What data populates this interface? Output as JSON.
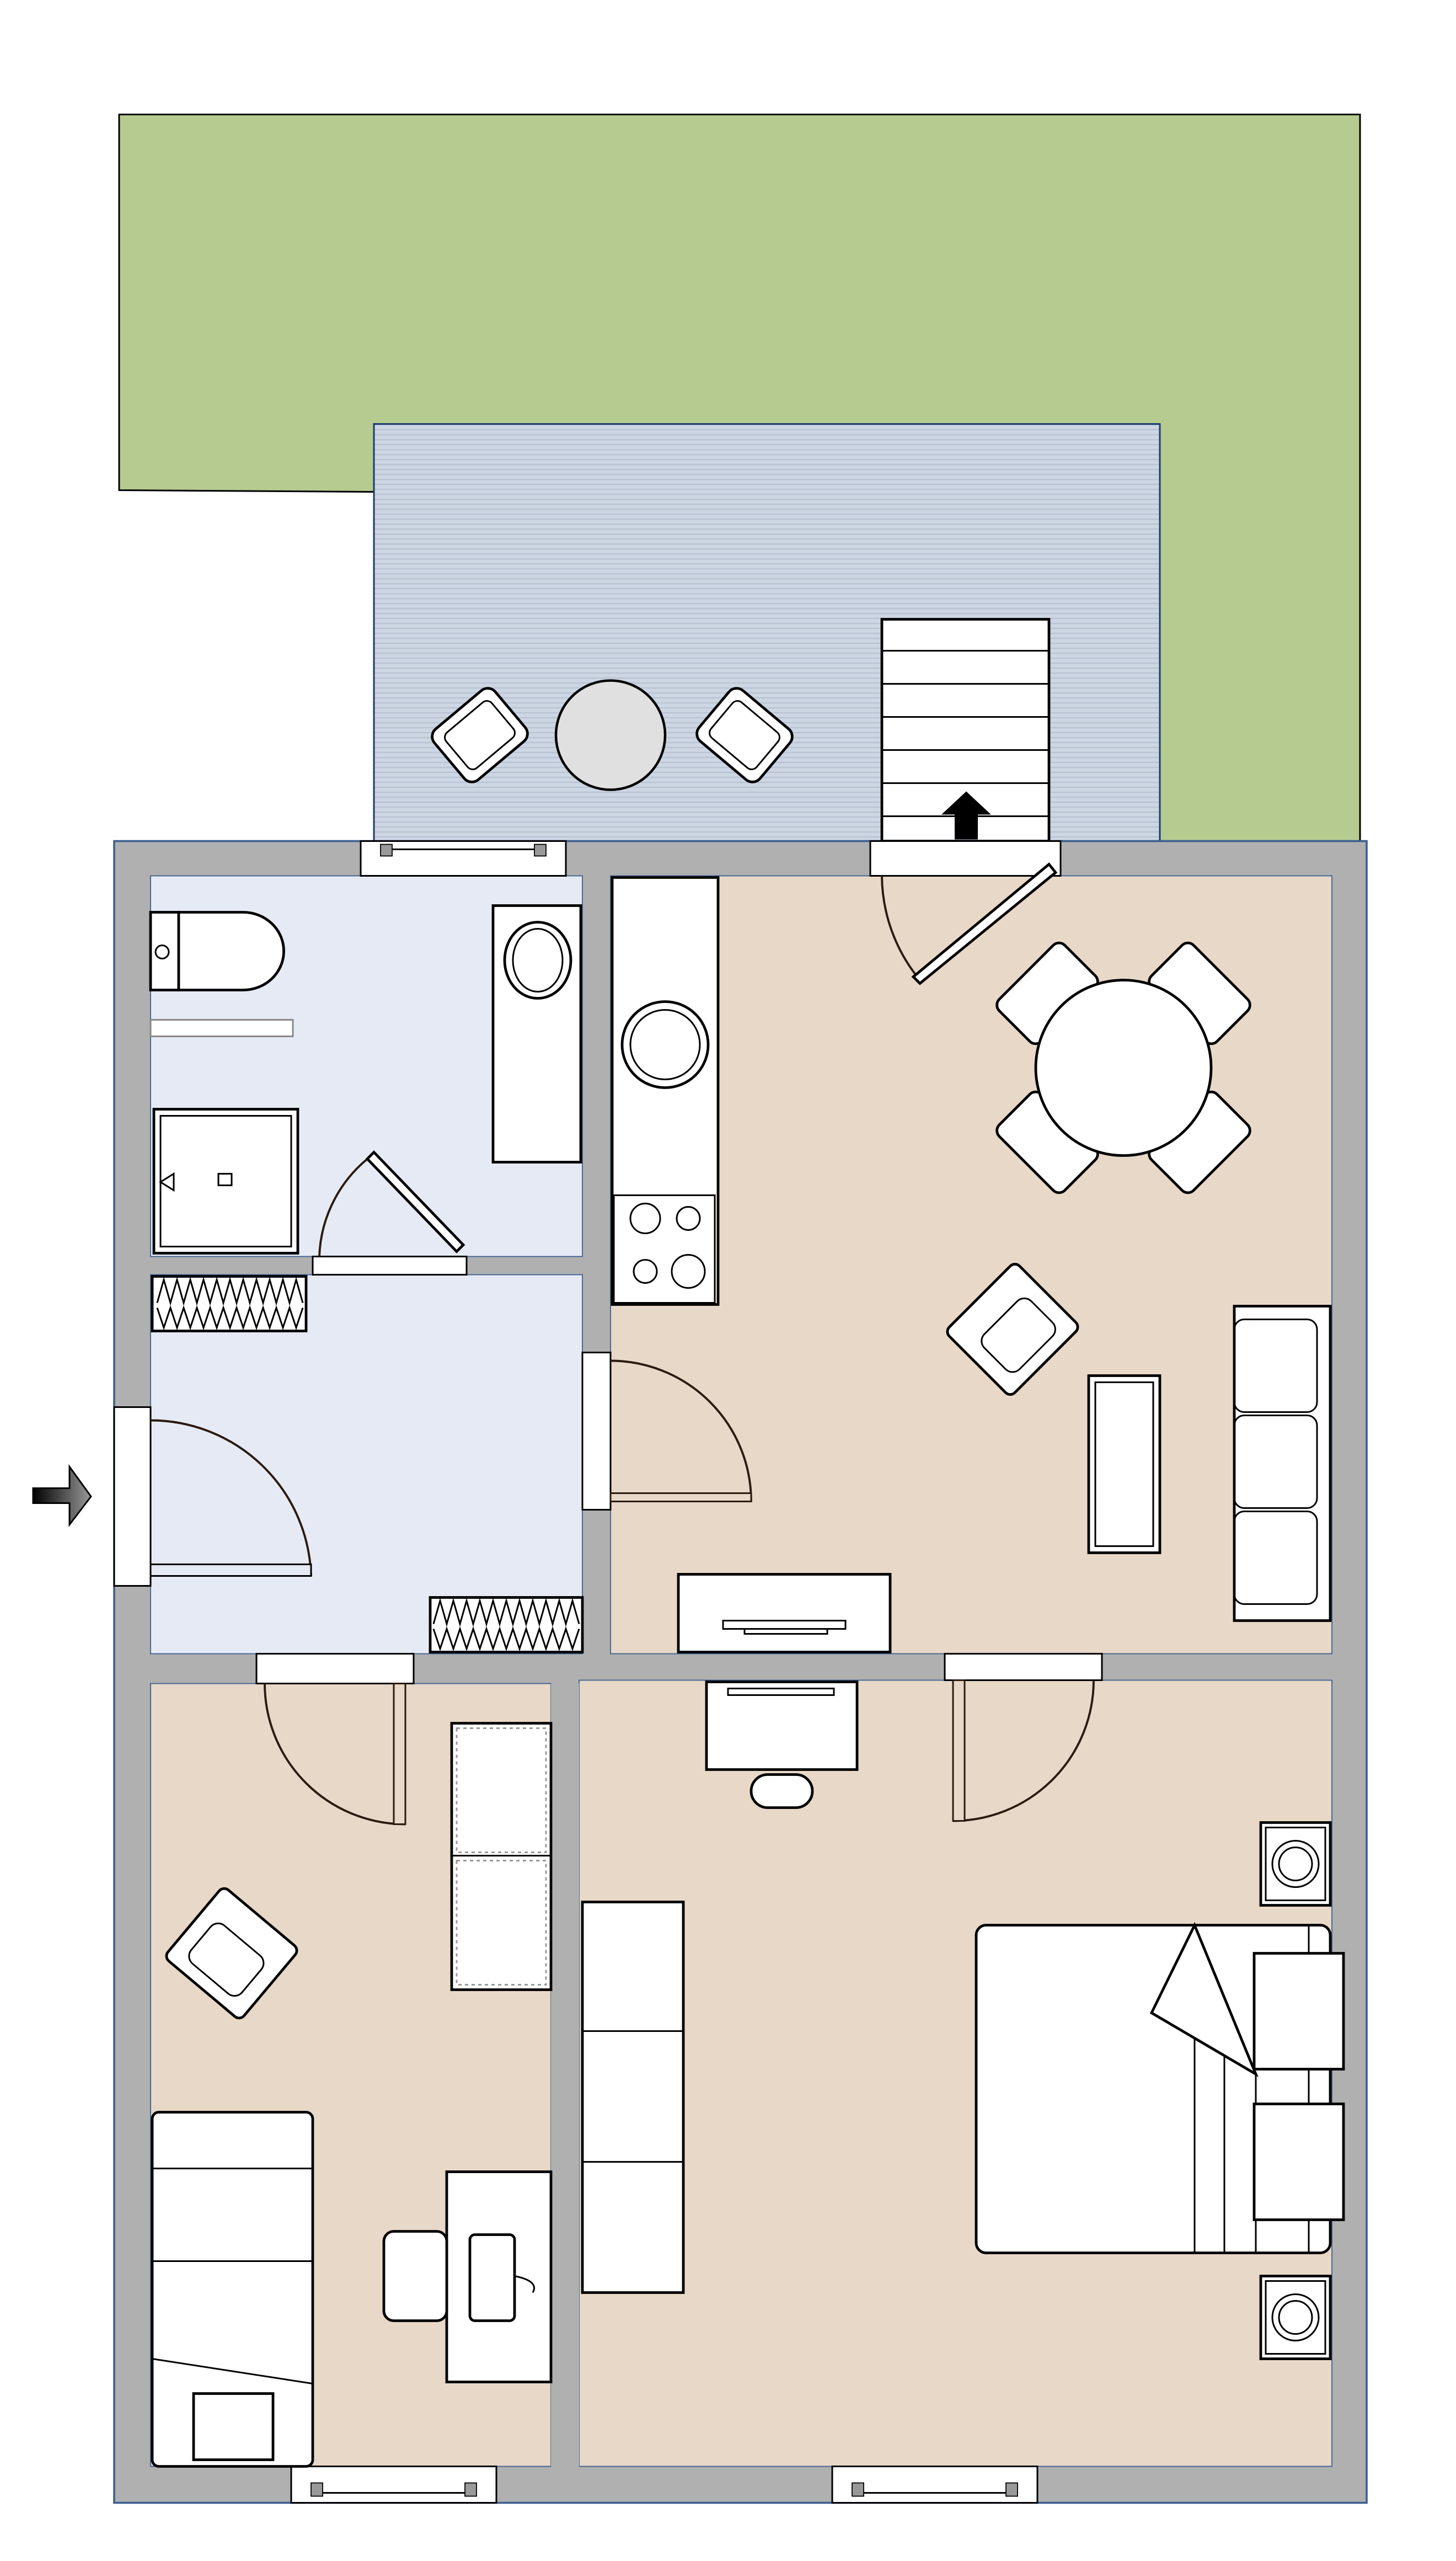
{
  "colors": {
    "lawn": "#b6cb90",
    "terrace": "#cdd6e3",
    "wall": "#b0b0b0",
    "wall_outline": "#3d5f8f",
    "wet_rooms": "#e6eaf4",
    "living_rooms": "#e8d8c8",
    "furniture": "#ffffff"
  },
  "icons": {
    "entrance": "entrance-arrow-icon",
    "stairs_up": "stairs-up-arrow-icon"
  },
  "rooms": [
    "bathroom",
    "hallway",
    "kitchen-living-room",
    "study-bedroom",
    "master-bedroom"
  ]
}
